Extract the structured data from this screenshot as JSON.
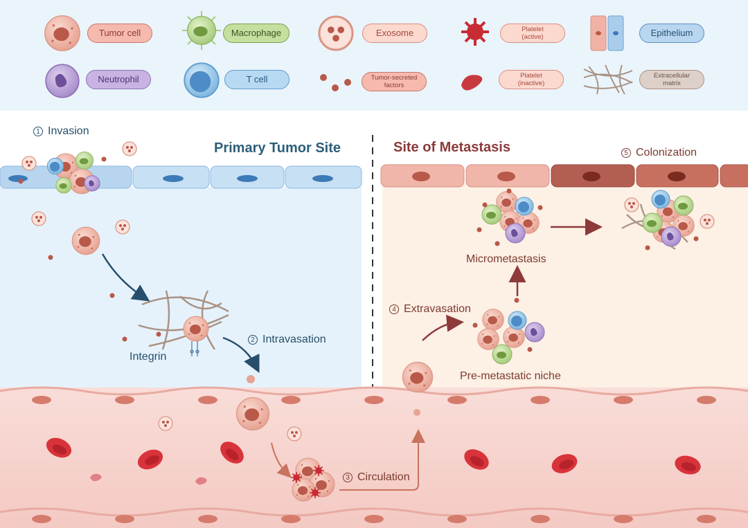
{
  "legend": {
    "tumor_cell": "Tumor cell",
    "macrophage": "Macrophage",
    "exosome": "Exosome",
    "platelet_active": "Platelet\n(active)",
    "epithelium": "Epithelium",
    "neutrophil": "Neutrophil",
    "t_cell": "T cell",
    "tumor_factors": "Tumor-secreted\nfactors",
    "platelet_inactive": "Platelet\n(inactive)",
    "ecm": "Extracellular\nmatrix"
  },
  "sites": {
    "primary": "Primary Tumor Site",
    "metastasis": "Site of Metastasis"
  },
  "steps": [
    {
      "num": "1",
      "label": "Invasion"
    },
    {
      "num": "2",
      "label": "Intravasation"
    },
    {
      "num": "3",
      "label": "Circulation"
    },
    {
      "num": "4",
      "label": "Extravasation"
    },
    {
      "num": "5",
      "label": "Colonization"
    }
  ],
  "labels": {
    "integrin": "Integrin",
    "micrometastasis": "Micrometastasis",
    "pre_metastatic_niche": "Pre-metastatic niche"
  },
  "colors": {
    "primary_bg": "#e8f3fb",
    "metastasis_bg": "#fdf1e7",
    "vessel": "#f7d3cf",
    "primary_title": "#2c5f7a",
    "metastasis_title": "#8c3a3a",
    "arrow_blue": "#274f6b",
    "arrow_red": "#8c3a3a"
  },
  "icons": [
    "tumor-cell-icon",
    "macrophage-icon",
    "exosome-icon",
    "platelet-active-icon",
    "epithelium-icon",
    "neutrophil-icon",
    "t-cell-icon",
    "tumor-factors-icon",
    "platelet-inactive-icon",
    "ecm-icon"
  ]
}
